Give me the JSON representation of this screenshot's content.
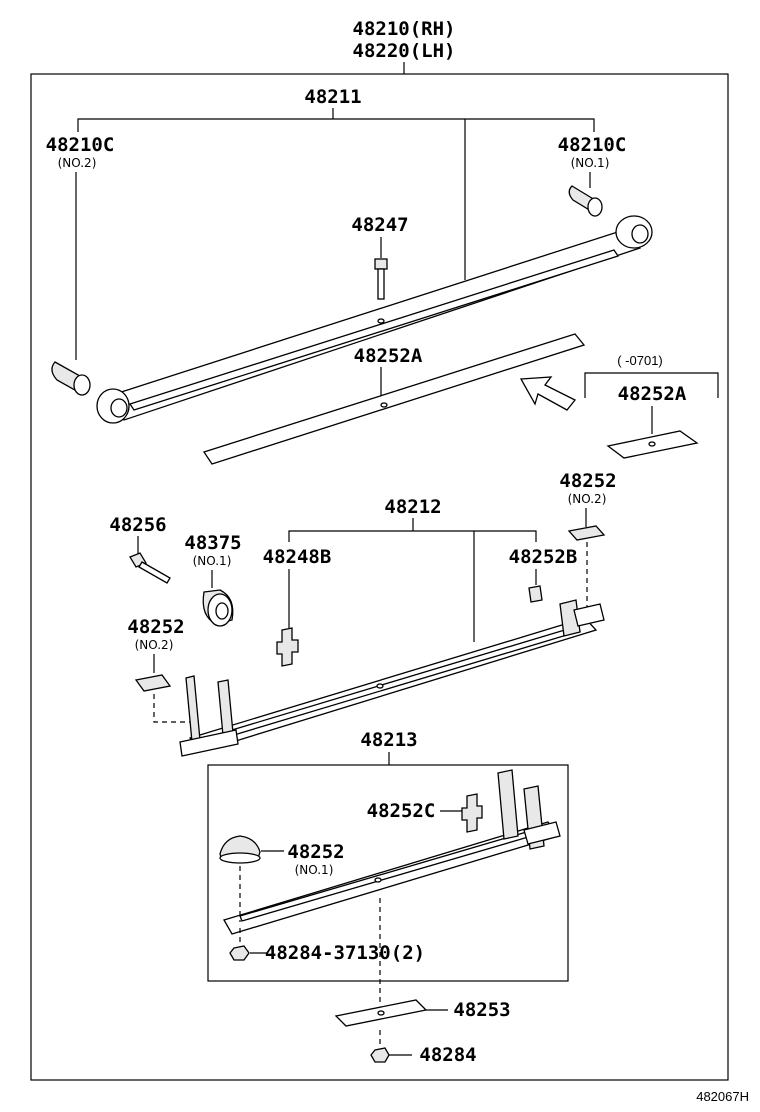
{
  "labels": {
    "assy_rh": "48210(RH)",
    "assy_lh": "48220(LH)",
    "leaf_no1": "48211",
    "bushing_no2": "48210C",
    "bushing_no2_sub": "(NO.2)",
    "bushing_no1": "48210C",
    "bushing_no1_sub": "(NO.1)",
    "center_bolt": "48247",
    "liner_a": "48252A",
    "note_0701": "(  -0701)",
    "liner_a_2": "48252A",
    "liner_no2_right": "48252",
    "liner_no2_right_sub": "(NO.2)",
    "leaf_no2": "48212",
    "bolt_48256": "48256",
    "bushing_48375": "48375",
    "bushing_48375_sub": "(NO.1)",
    "clip_b": "48248B",
    "liner_b": "48252B",
    "liner_no2_left": "48252",
    "liner_no2_left_sub": "(NO.2)",
    "leaf_no3": "48213",
    "liner_c": "48252C",
    "liner_no1": "48252",
    "liner_no1_sub": "(NO.1)",
    "nut_37130": "48284-37130(2)",
    "plate_48253": "48253",
    "nut_48284": "48284",
    "diagram_code": "482067H"
  }
}
